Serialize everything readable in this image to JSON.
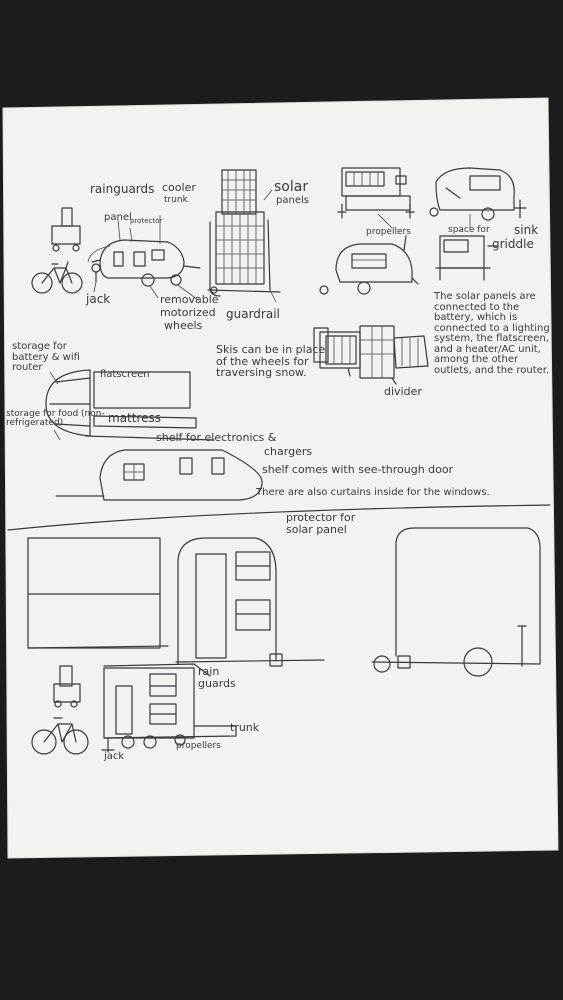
{
  "labels": {
    "rainguards": "rainguards",
    "panel": "panel",
    "protector": "protector",
    "cooler": "cooler",
    "trunk": "trunk",
    "solar_panels_top": "solar",
    "solar_panels_bottom": "panels",
    "jack": "jack",
    "removable": "removable",
    "motorized": "motorized",
    "wheels": "wheels",
    "guardrail": "guardrail",
    "propellers": "propellers",
    "space_for": "space for",
    "sink": "sink",
    "griddle": "griddle",
    "storage_battery": "storage for battery & wifi router",
    "flatscreen": "flatscreen",
    "storage_food": "storage for food (non-refrigerated)",
    "mattress": "mattress",
    "shelf_electronics": "shelf for electronics &",
    "chargers": "chargers",
    "skis_note": "Skis can be in place of the wheels for traversing snow.",
    "divider": "divider",
    "solar_note": "The solar panels are connected to the battery, which is connected to a lighting system, the flatscreen, and a heater/AC unit, among the other outlets, and the router.",
    "shelf_door": "shelf comes with see-through door",
    "curtains_note": "There are also curtains inside for the windows.",
    "protector_solar": "protector for solar panel",
    "rain_guards_bottom": "rain guards",
    "trunk_bottom": "trunk",
    "jack_bottom": "jack",
    "propellers_bottom": "propellers"
  },
  "colors": {
    "background": "#1c1c1c",
    "paper": "#f3f2ef",
    "ink": "#3a3a3a"
  }
}
